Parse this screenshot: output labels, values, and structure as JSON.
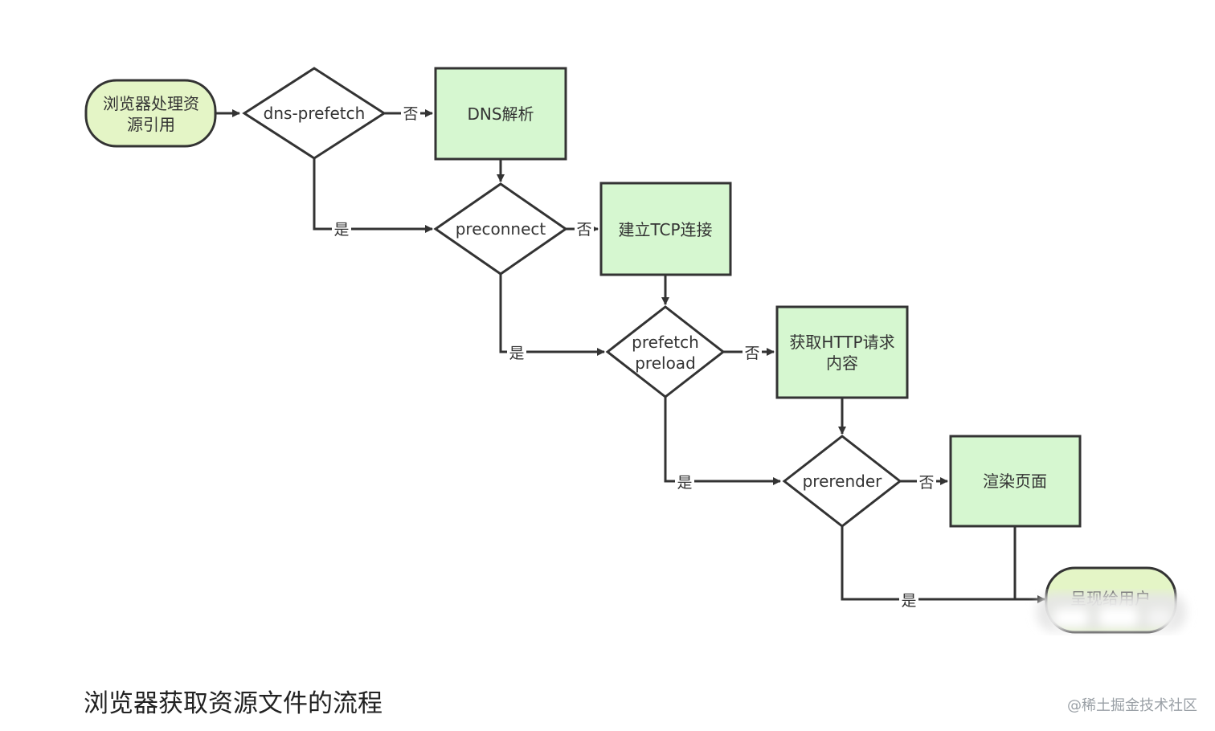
{
  "diagram": {
    "nodes": {
      "start": "浏览器处理资源引用",
      "dns_decision": "dns-prefetch",
      "dns_resolve": "DNS解析",
      "preconnect_decision": "preconnect",
      "tcp_connect": "建立TCP连接",
      "prefetch_decision_line1": "prefetch",
      "prefetch_decision_line2": "preload",
      "http_request": "获取HTTP请求内容",
      "prerender_decision": "prerender",
      "render_page": "渲染页面",
      "end": "呈现给用户"
    },
    "edge_labels": {
      "yes": "是",
      "no": "否"
    },
    "colors": {
      "process_fill": "#d6f7d0",
      "terminal_fill": "#e4f5c6",
      "stroke": "#333333"
    }
  },
  "caption": "浏览器获取资源文件的流程",
  "watermark": "@稀土掘金技术社区"
}
